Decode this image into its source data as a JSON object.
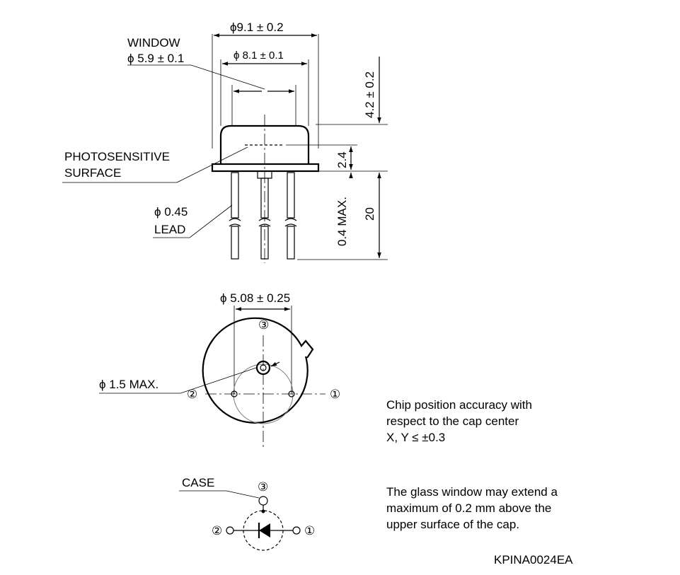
{
  "labels": {
    "cap_diameter": "ϕ9.1 ± 0.2",
    "window_title": "WINDOW",
    "window_diameter": "ϕ 5.9 ± 0.1",
    "inner_diameter": "ϕ 8.1 ± 0.1",
    "height_dim": "4.2 ± 0.2",
    "surface_dim": "2.4",
    "photosensitive_line1": "PHOTOSENSITIVE",
    "photosensitive_line2": "SURFACE",
    "lead_diameter": "ϕ 0.45",
    "lead_label": "LEAD",
    "max_dim": "0.4 MAX.",
    "lead_length": "20",
    "pin_circle": "ϕ 5.08 ± 0.25",
    "chip_max": "ϕ 1.5 MAX.",
    "pin1": "①",
    "pin2": "②",
    "pin3": "③",
    "case_label": "CASE"
  },
  "notes": {
    "chip_line1": "Chip position accuracy with",
    "chip_line2": "respect to the cap center",
    "chip_line3": "X, Y ≤ ±0.3",
    "glass_line1": "The glass window may extend a",
    "glass_line2": "maximum of 0.2 mm above the",
    "glass_line3": "upper surface of the cap."
  },
  "code": "KPINA0024EA"
}
